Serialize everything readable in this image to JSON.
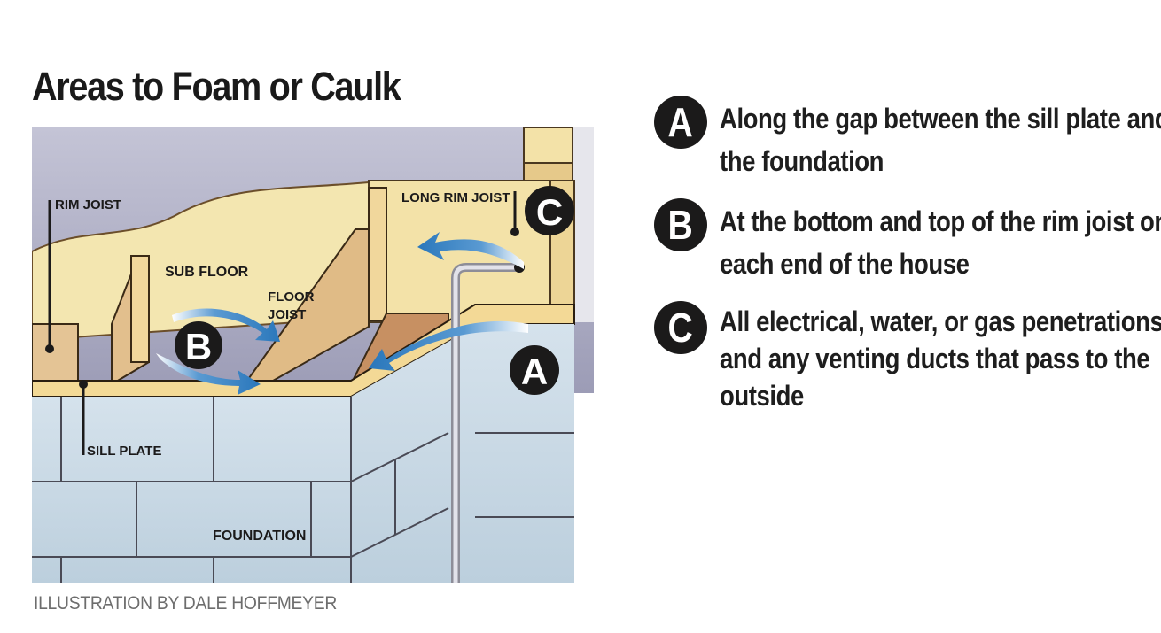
{
  "title": "Areas to Foam or Caulk",
  "credit": "ILLUSTRATION BY DALE HOFFMEYER",
  "illustration": {
    "labels": {
      "rim_joist": "RIM JOIST",
      "sub_floor": "SUB FLOOR",
      "floor_joist_line1": "FLOOR",
      "floor_joist_line2": "JOIST",
      "long_rim_joist": "LONG RIM JOIST",
      "sill_plate": "SILL PLATE",
      "foundation": "FOUNDATION"
    },
    "markers": {
      "a": "A",
      "b": "B",
      "c": "C"
    },
    "colors": {
      "wall": "#b8b8cc",
      "wood": "#f1dc9d",
      "wood_dark": "#d9b07a",
      "block": "#cfdde8",
      "arrow": "#2f7fc1",
      "marker": "#1b1a1a"
    }
  },
  "legend": [
    {
      "letter": "A",
      "text": "Along the gap between the sill plate and the foundation"
    },
    {
      "letter": "B",
      "text": "At the bottom and top of the rim joist on each end of the house"
    },
    {
      "letter": "C",
      "text": "All electrical, water, or gas penetrations and any venting ducts that pass to the outside"
    }
  ]
}
